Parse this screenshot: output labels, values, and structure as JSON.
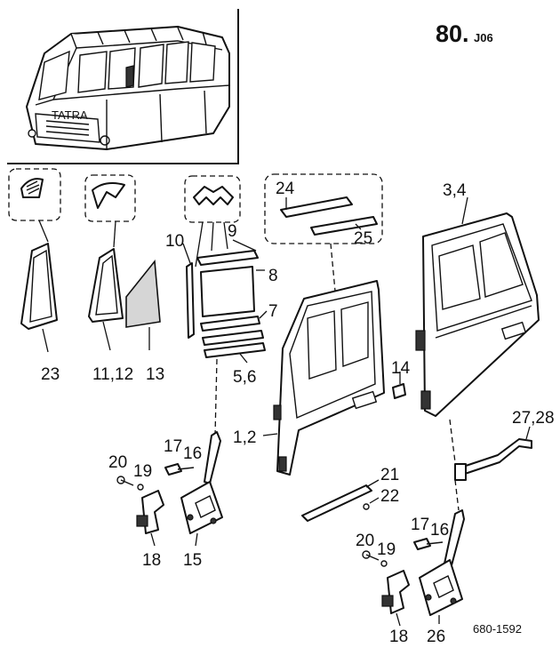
{
  "page_code": {
    "main": "80.",
    "sub": "J06"
  },
  "drawing_number": "680-1592",
  "cab_badge": "TATRA",
  "callouts": {
    "c1": "23",
    "c2": "11,12",
    "c3": "13",
    "c4": "10",
    "c5": "9",
    "c6": "8",
    "c7": "7",
    "c8": "5,6",
    "c9": "24",
    "c10": "25",
    "c11": "3,4",
    "c12": "14",
    "c13": "1,2",
    "c14": "27,28",
    "c15": "21",
    "c16": "22",
    "c17": "20",
    "c18": "19",
    "c19": "17",
    "c20": "16",
    "c21": "18",
    "c22": "15",
    "c23": "20",
    "c24": "19",
    "c25": "17",
    "c26": "16",
    "c27": "18",
    "c28": "26"
  }
}
